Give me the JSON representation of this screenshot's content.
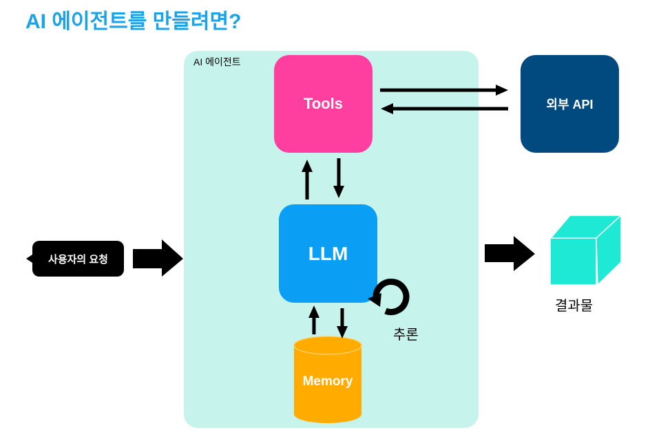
{
  "title": "AI 에이전트를 만들려면?",
  "agent_label": "AI 에이전트",
  "tools": "Tools",
  "external_api": "외부 API",
  "llm": "LLM",
  "memory": "Memory",
  "user_request": "사용자의 요청",
  "reasoning": "추론",
  "result": "결과물",
  "colors": {
    "title": "#1aa3e8",
    "agent_bg": "#c6f4ec",
    "tools": "#ff3fa0",
    "api": "#014a7f",
    "llm": "#0a9ff5",
    "memory": "#ffab00",
    "cube": "#1de9d4"
  }
}
